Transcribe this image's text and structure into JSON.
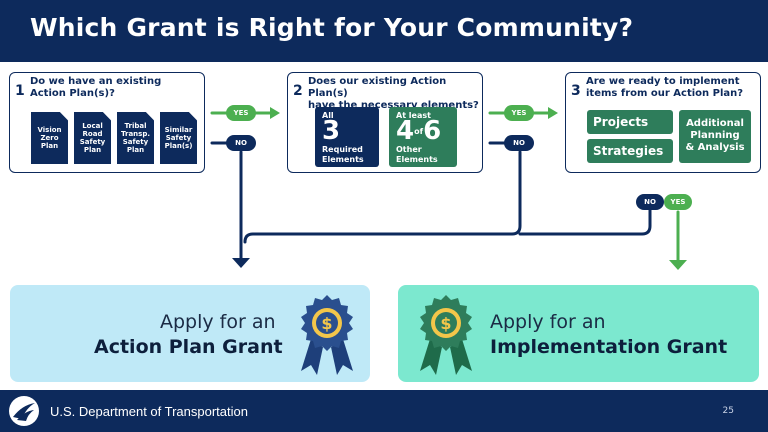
{
  "header": {
    "title": "Which Grant is Right for Your Community?"
  },
  "steps": [
    {
      "number": "1",
      "question": [
        "Do we have an existing",
        "Action Plan(s)?"
      ],
      "documents": [
        [
          "Vision",
          "Zero",
          "Plan"
        ],
        [
          "Local",
          "Road",
          "Safety",
          "Plan"
        ],
        [
          "Tribal",
          "Transp.",
          "Safety",
          "Plan"
        ],
        [
          "Similar",
          "Safety",
          "Plan(s)"
        ]
      ]
    },
    {
      "number": "2",
      "question": [
        "Does our existing Action Plan(s)",
        "have the necessary elements?"
      ],
      "required": {
        "top": "All",
        "num": "3",
        "bottom": [
          "Required",
          "Elements"
        ]
      },
      "other": {
        "top": "At least",
        "num_a": "4",
        "of": "of",
        "num_b": "6",
        "bottom": [
          "Other",
          "Elements"
        ]
      }
    },
    {
      "number": "3",
      "question": [
        "Are we ready to implement",
        "items from our Action Plan?"
      ],
      "items": [
        "Projects",
        "Strategies"
      ],
      "additional": [
        "Additional",
        "Planning",
        "& Analysis"
      ]
    }
  ],
  "decisions": {
    "yes": "YES",
    "no": "NO"
  },
  "results": {
    "action": {
      "line1": "Apply for an",
      "line2": "Action Plan Grant",
      "icon": "dollar-award-ribbon"
    },
    "implementation": {
      "line1": "Apply for an",
      "line2": "Implementation Grant",
      "icon": "dollar-award-ribbon"
    }
  },
  "colors": {
    "navy": "#0d2a5c",
    "green": "#4caf50",
    "dark_green": "#2e7d5b",
    "action_bg": "#bfe9f7",
    "impl_bg": "#7ce8cf"
  },
  "footer": {
    "org": "U.S. Department of Transportation",
    "page": "25"
  }
}
